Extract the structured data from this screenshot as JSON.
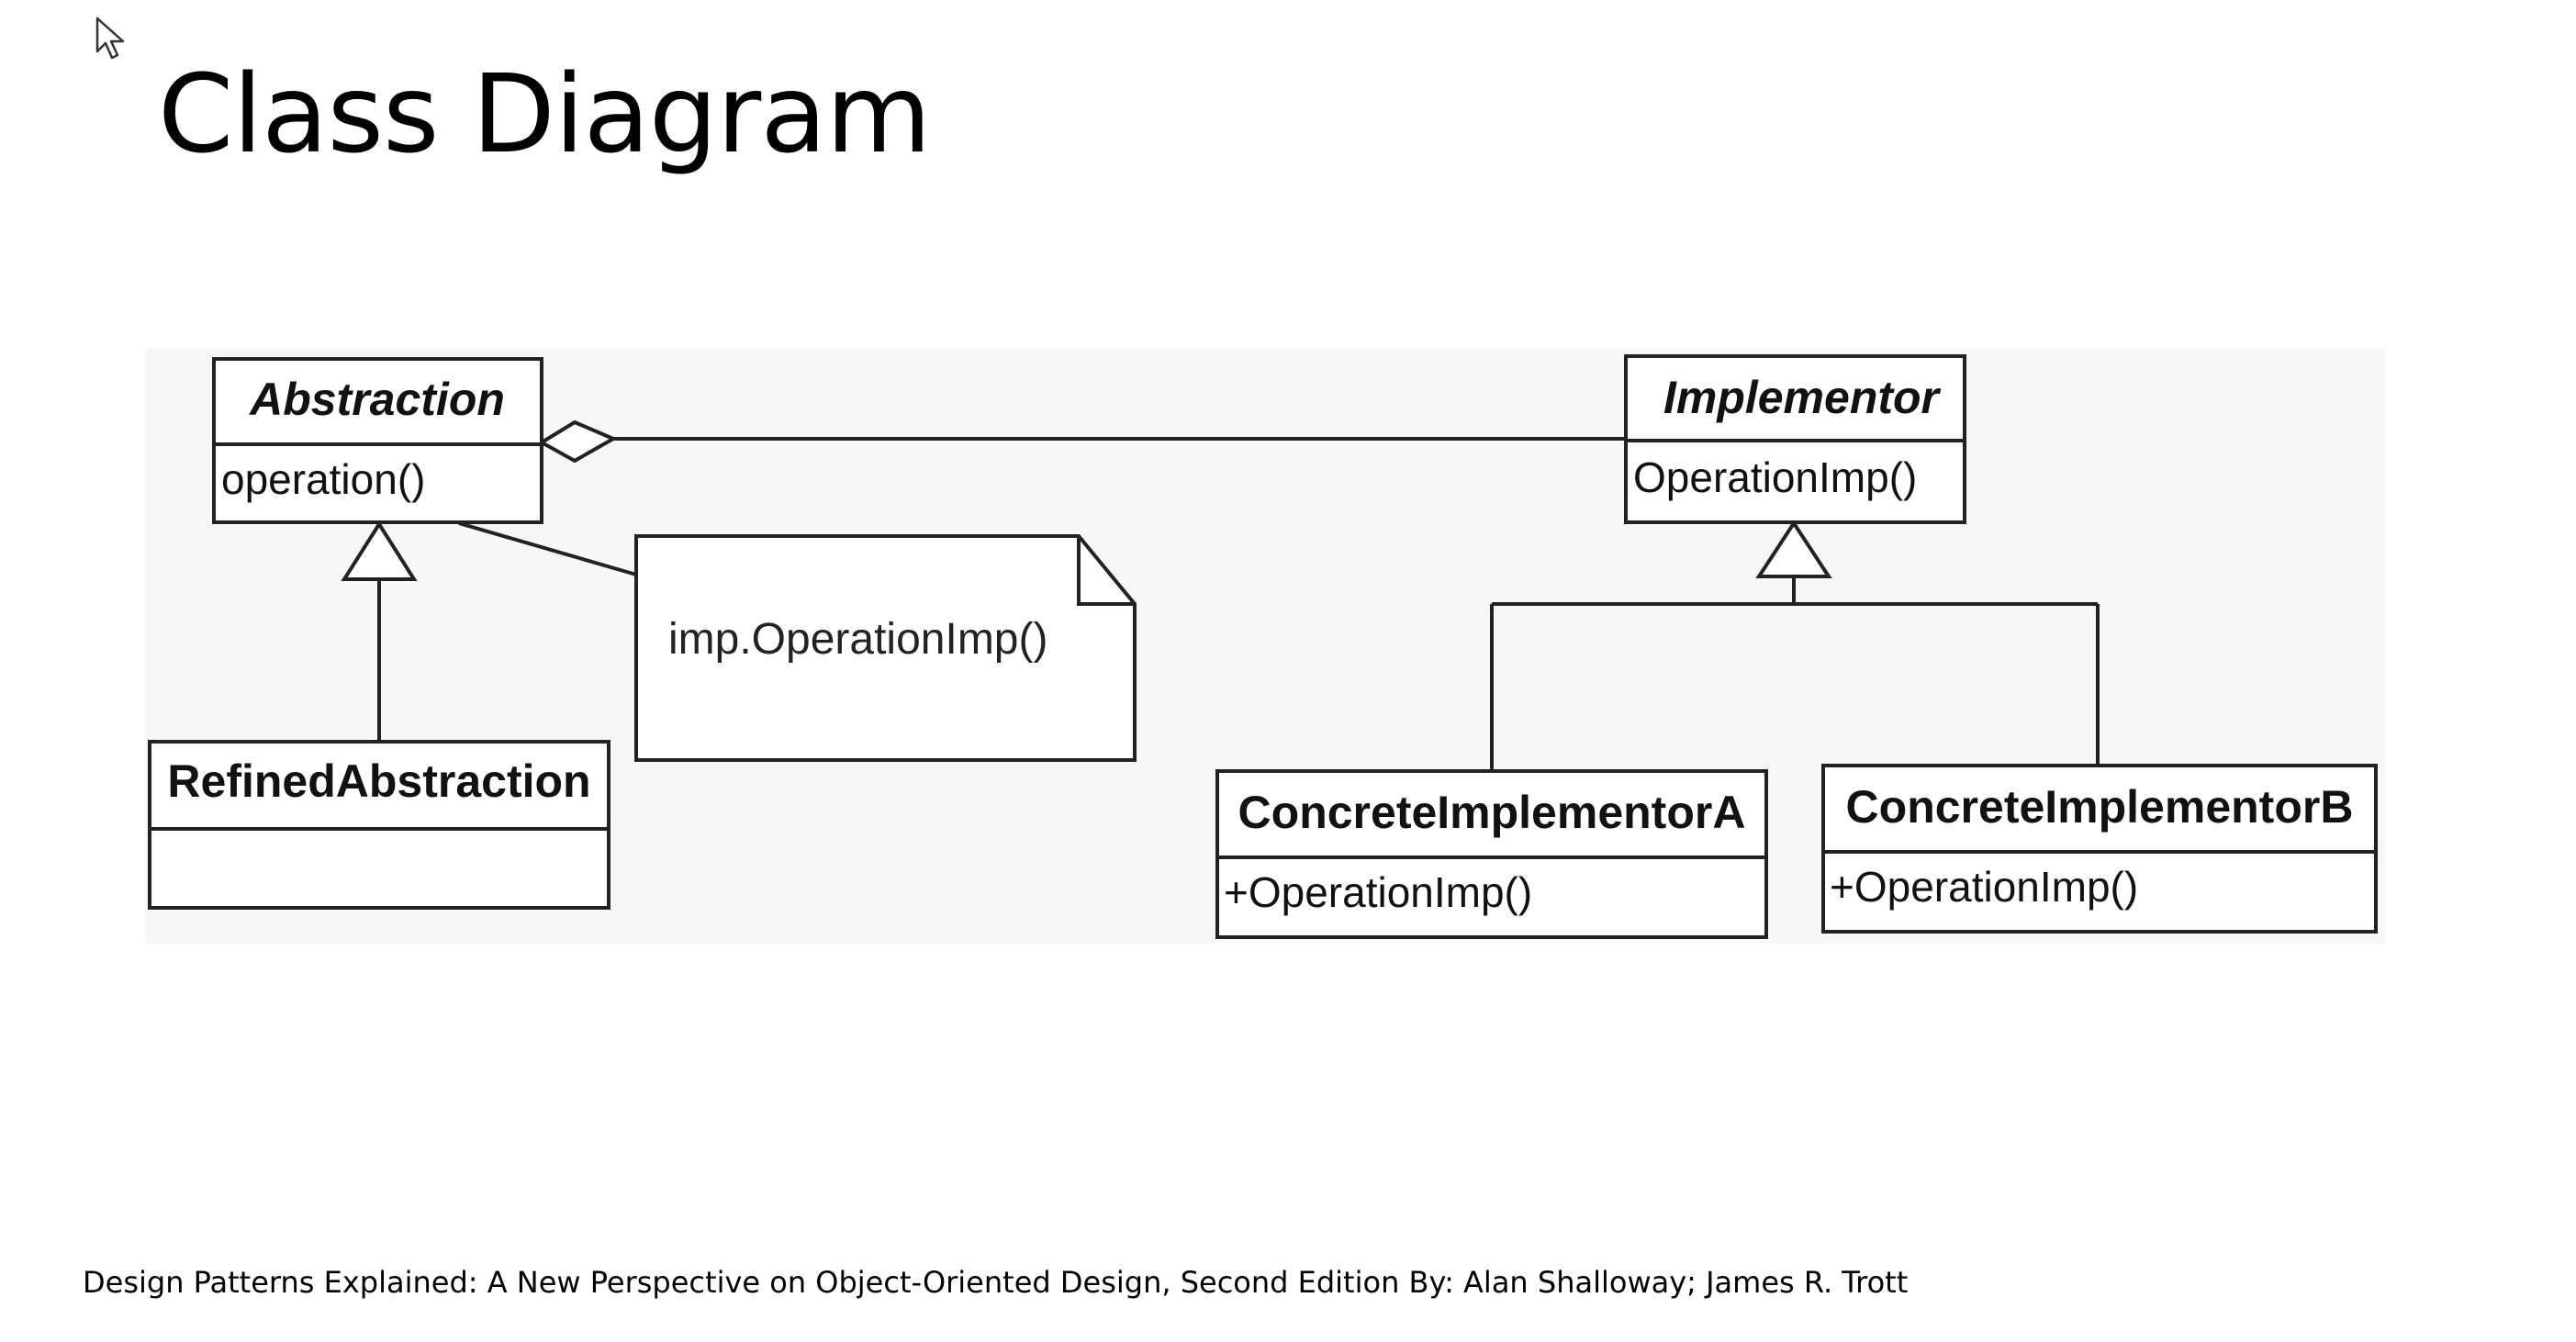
{
  "slide": {
    "title": "Class Diagram",
    "caption": "Design Patterns Explained: A New Perspective on Object-Oriented Design, Second Edition By: Alan Shalloway; James R. Trott"
  },
  "diagram": {
    "abstraction": {
      "name": "Abstraction",
      "operation": "operation()"
    },
    "implementor": {
      "name": "Implementor",
      "operation": "OperationImp()"
    },
    "refined_abstraction": {
      "name": "RefinedAbstraction"
    },
    "note": {
      "text": "imp.OperationImp()"
    },
    "concrete_a": {
      "name": "ConcreteImplementorA",
      "operation": "+OperationImp()"
    },
    "concrete_b": {
      "name": "ConcreteImplementorB",
      "operation": "+OperationImp()"
    }
  },
  "cursor": {
    "icon": "arrow-cursor-icon"
  }
}
